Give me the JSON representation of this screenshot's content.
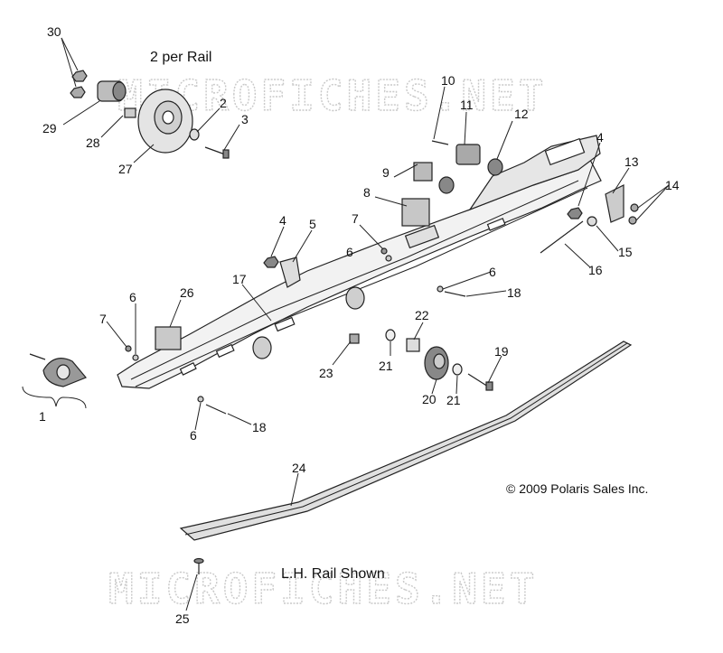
{
  "diagram": {
    "header_note": "2 per Rail",
    "footer_note": "L.H. Rail Shown",
    "copyright": "© 2009 Polaris Sales Inc.",
    "watermark_top": "MICROFICHES.NET",
    "watermark_bottom": "MICROFICHES.NET",
    "callouts": {
      "c1": "1",
      "c2": "2",
      "c3": "3",
      "c4a": "4",
      "c4b": "4",
      "c5": "5",
      "c6a": "6",
      "c6b": "6",
      "c6c": "6",
      "c6d": "6",
      "c7a": "7",
      "c7b": "7",
      "c8": "8",
      "c9": "9",
      "c10": "10",
      "c11": "11",
      "c12": "12",
      "c13": "13",
      "c14": "14",
      "c15": "15",
      "c16": "16",
      "c17": "17",
      "c18a": "18",
      "c18b": "18",
      "c19": "19",
      "c20": "20",
      "c21a": "21",
      "c21b": "21",
      "c22": "22",
      "c23": "23",
      "c24": "24",
      "c25": "25",
      "c26": "26",
      "c27": "27",
      "c28": "28",
      "c29": "29",
      "c30": "30"
    }
  }
}
